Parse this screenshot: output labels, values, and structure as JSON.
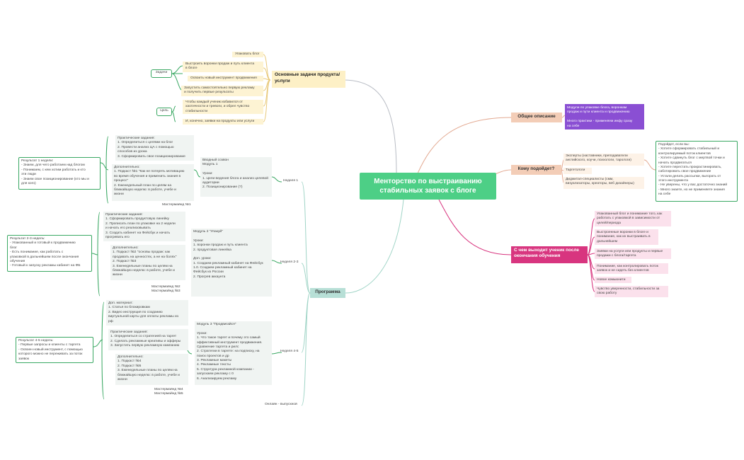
{
  "central": "Менторство по выстраиванию\nстабильных заявок с блоге",
  "tasks": {
    "title": "Основные задачи продукта/\nуслуги",
    "zadachi_label": "Задачи",
    "tsel_label": "Цель",
    "items": [
      "Упаковать блог",
      "Выстроить воронки продаж и путь клиента\nв блоге",
      "Освоить новый инструмент продвижения",
      "Запустить самостоятельно первую рекламу\nи получить первые результаты",
      "Чтобы каждый ученик избавился от\nхаотичности и тревоги, и обрел чувство\nстабильности",
      "И, конечно, заявки на продукты или услуги"
    ]
  },
  "general": {
    "title": "Общее описание",
    "text": "Модули по упаковке блога, воронкам\nпродаж и пути клиента и продвижению\n\nМного практики - применяем инфу сразу\nна себе"
  },
  "fit": {
    "title": "Кому подойдет?",
    "items": [
      "Эксперты (наставники, преподаватели\nанглийского, коучи, психологи, тарологи)",
      "Таргетологи",
      "Диджитал-специалисты (смм,\nвизуализаторы, креаторы, веб дизайнеры)"
    ],
    "suits": "Подойдет, если вы:\n- Хотите сформировать стабильный и\nконтролируемый поток клиентов\n- Хотите сдвинуть блог с мертвой точки и\nначать продвигаться\n- Хотите перестать прокрастинировать,\nсаботировать свое продвижение\n- Устали делать рассылки, выгорать от\nэтого инструмента\n- Не уверены, что у вас достаточно знаний\n- Много знаете, но не применяете знания\nна себе"
  },
  "outcome": {
    "title": "С чем выходит ученик после\nокончания обучения",
    "items": [
      "Упакованный блог и понимание того, как\nработать с упаковкой в зависимости от\nцелей/периода",
      "Выстроенные воронки в блоге и\nпонимание, как их выстраивать в\nдальнейшем",
      "Заявки на услуги или продукты и первые\nпродажи с блога/таргета",
      "Понимание, как контролировать поток\nзаявок и не сидеть без клиентов",
      "Новое комьюнити",
      "Чувство уверенности, стабильности за\nсвою работу"
    ]
  },
  "program": {
    "title": "Программа",
    "weeks": [
      {
        "label": "Неделя 1",
        "module": "Вводный созвон\nМодуль 1\n\nУроки:\n1. Цели ведения блога и анализ целевой\nаудитории\n2. Позиционирование (?)",
        "practice": "Практические задания:\n1. Определиться с целями на блог\n2. Провести анализ ЦА с помощью\nспособов из урока\n3. Сформировать свое позиционирование",
        "extra": "Дополнительно:\n1. Подкаст №1 \"Как не потерять мотивацию\nво время обучения и применить знания в\nпроцесс\"\n2. Еженедельный план по целям на\nближайшую неделю: в работе, учебе и\nжизни",
        "mastermind": "Мастермайнд №1",
        "result": "Результат 1 недели:\n- Знаем, для чего работаем над блогом\n- Понимаем, с кем хотим работать и кто\nэти люди\n- Знаем свое позиционирование (кто мы и\nдля кого)"
      },
      {
        "label": "Неделя 2-3",
        "module": "Модуль 2 \"Упакуй\"\n\nУроки:\n1. воронки продаж и путь клиента\n2. продуктовая линейка\n\nДоп. уроки:\n1. Создаем рекламный кабинет на Фейсбук\n1.0. Создаем рекламный кабинет на\nФейсбук из России\n2. Прогрев аккаунта",
        "practice": "Практические задания:\n1. Сформировать продуктовую линейку\n2. Прописать план по упаковке на 2 недели\nи начать его реализовывать\n3. Создать кабинет на Фейсбук и начать\nпрогревать его",
        "extra": "Дополнительно:\n1. Подкаст №2 \"основы продаж: как\nпродавать на ценностях, а не на болях\"\n2. Подкаст №3\n3. Еженедельные планы по целям на\nближайшую неделю: в работе, учебе и\nжизни",
        "mastermind": "Мастермайнд №2\nМастермайнд №3",
        "result": "Результат 2-3 недель:\n- Упакованный и готовый к продвижению\nблог\n- Есть понимание, как работать с\nупаковкой в дальнейшем после окончания\nобучения\n- Готовый к запуску рекламы кабинет на ФБ"
      },
      {
        "label": "Неделя 4-5",
        "module": "Модуль 3 \"Продвигайся\"\n\nУроки:\n1. Что такое таргет и почему это самый\nэффективный инструмент продвижения.\nСравнение таргета и рилс\n2. Стратегии в таргете: на подписку, на\nпоиск проектов и др\n3. Рекламные макеты\n4. Рекламные тексты\n5. Структура рекламной компании -\nзапускаем рекламу с 0\n6. Анализируем рекламу",
        "materials": "Доп. материал:\n1. Статья по блокировкам\n2. Видео инструкция по созданию\nвиртуальной карты для оплаты рекламы из\nрф",
        "practice": "Практические задания:\n1. Определиться со стратегией на таргет\n2. Сделать рекламные креативы и офферы\n3. Запустить первую рекламную кампанию",
        "extra": "Дополнительно:\n1. Подкаст №4\n2. Подкаст №5\n3. Еженедельные планы по целям на\nближайшую неделю: в работе, учебе и\nжизни",
        "mastermind": "Мастермайнд №4\nМастермайнд №5",
        "result": "Результат 4-5 недель:\n- Первые запросы и клиенты с таргета\n- Освоен новый инструмент, с помощью\nкоторого можно не переживать за поток\nзаявок"
      }
    ],
    "online": "Онлайн - выпускной"
  },
  "colors": {
    "central": "#4dcf86",
    "tasks": "#fdf0c6",
    "general": "#f3cdb7",
    "purple": "#8a4fd3",
    "outcome": "#d8357f",
    "program": "#b7dfd6",
    "link_green": "#3aa863"
  }
}
